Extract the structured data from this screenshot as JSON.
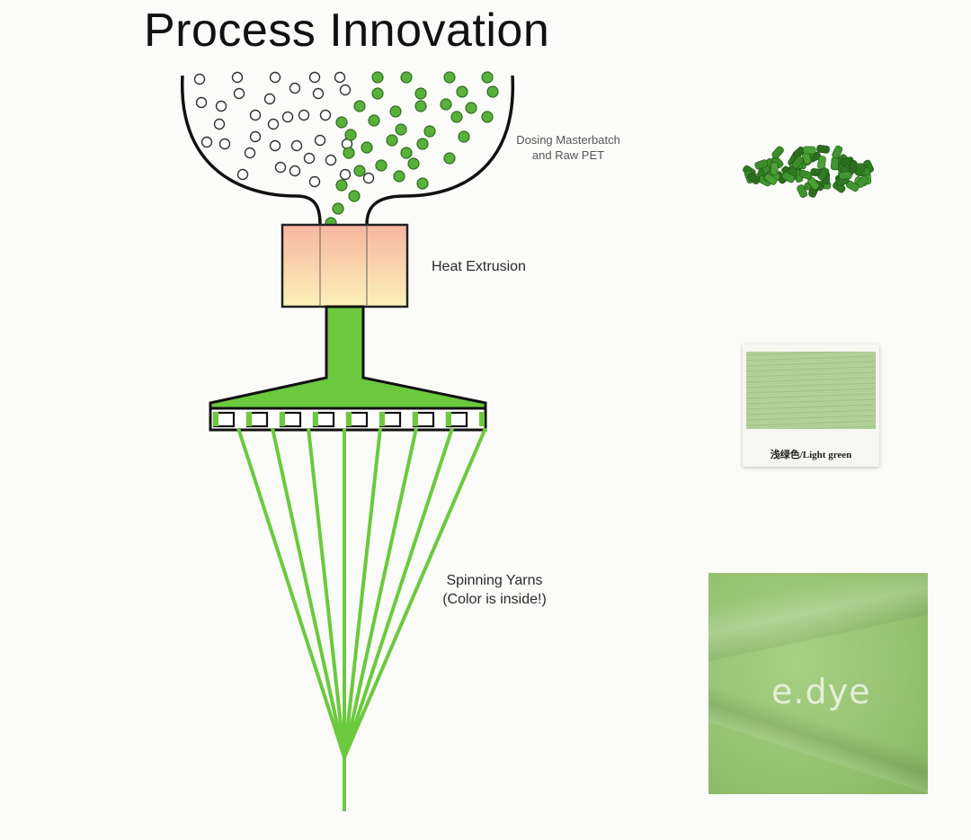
{
  "title": "Process Innovation",
  "labels": {
    "dosing_line1": "Dosing Masterbatch",
    "dosing_line2": "and Raw PET",
    "heat": "Heat Extrusion",
    "spin_line1": "Spinning Yarns",
    "spin_line2": "(Color is inside!)"
  },
  "photos": {
    "yarn_tag": "浅绿色/Light green",
    "fabric_logo": "e.dye"
  },
  "colors": {
    "green": "#6cc93e",
    "pellet_green": "#3f8f2a",
    "heat_top": "#f7b9a3",
    "heat_bottom": "#fbefb6"
  }
}
